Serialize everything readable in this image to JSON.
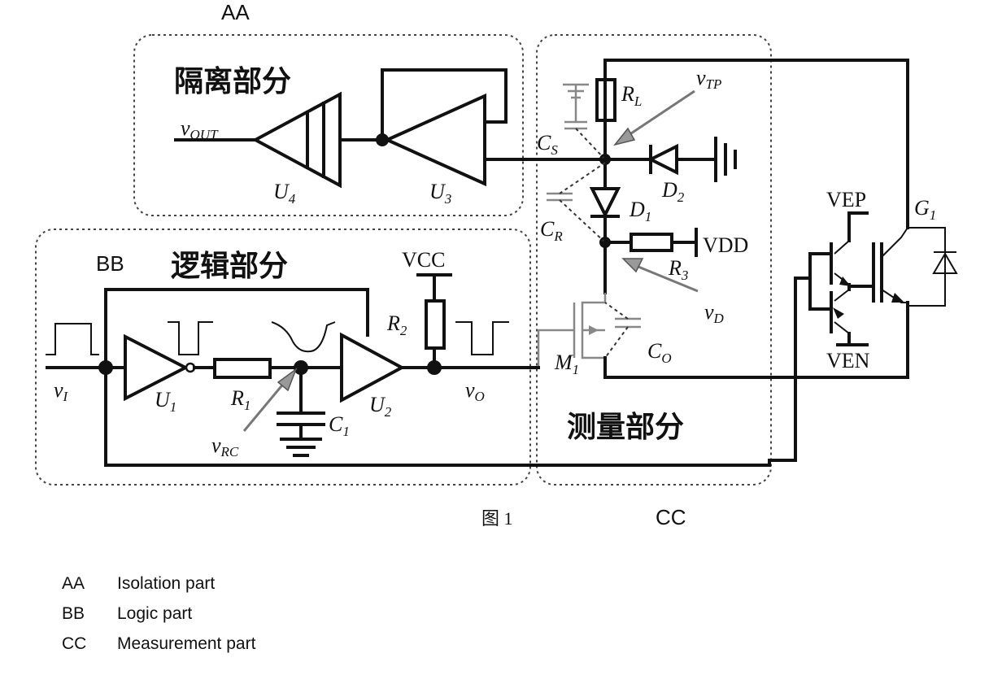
{
  "section_labels": {
    "aa": "AA",
    "bb": "BB",
    "cc": "CC"
  },
  "section_titles": {
    "isolation": "隔离部分",
    "logic": "逻辑部分",
    "measurement": "测量部分"
  },
  "figure_caption": "图 1",
  "components": {
    "u1": {
      "base": "U",
      "sub": "1"
    },
    "u2": {
      "base": "U",
      "sub": "2"
    },
    "u3": {
      "base": "U",
      "sub": "3"
    },
    "u4": {
      "base": "U",
      "sub": "4"
    },
    "r1": {
      "base": "R",
      "sub": "1"
    },
    "r2": {
      "base": "R",
      "sub": "2"
    },
    "r3": {
      "base": "R",
      "sub": "3"
    },
    "rl": {
      "base": "R",
      "sub": "L"
    },
    "c1": {
      "base": "C",
      "sub": "1"
    },
    "cs": {
      "base": "C",
      "sub": "S"
    },
    "cr": {
      "base": "C",
      "sub": "R"
    },
    "co": {
      "base": "C",
      "sub": "O"
    },
    "d1": {
      "base": "D",
      "sub": "1"
    },
    "d2": {
      "base": "D",
      "sub": "2"
    },
    "m1": {
      "base": "M",
      "sub": "1"
    },
    "g1": {
      "base": "G",
      "sub": "1"
    }
  },
  "signals": {
    "vout": {
      "base": "v",
      "sub": "OUT"
    },
    "vi": {
      "base": "v",
      "sub": "I"
    },
    "vo": {
      "base": "v",
      "sub": "O"
    },
    "vrc": {
      "base": "v",
      "sub": "RC"
    },
    "vtp": {
      "base": "v",
      "sub": "TP"
    },
    "vd": {
      "base": "v",
      "sub": "D"
    }
  },
  "rails": {
    "vcc": "VCC",
    "vdd": "VDD",
    "vep": "VEP",
    "ven": "VEN"
  },
  "legend": [
    {
      "code": "AA",
      "text": "Isolation part"
    },
    {
      "code": "BB",
      "text": "Logic part"
    },
    {
      "code": "CC",
      "text": "Measurement part"
    }
  ]
}
